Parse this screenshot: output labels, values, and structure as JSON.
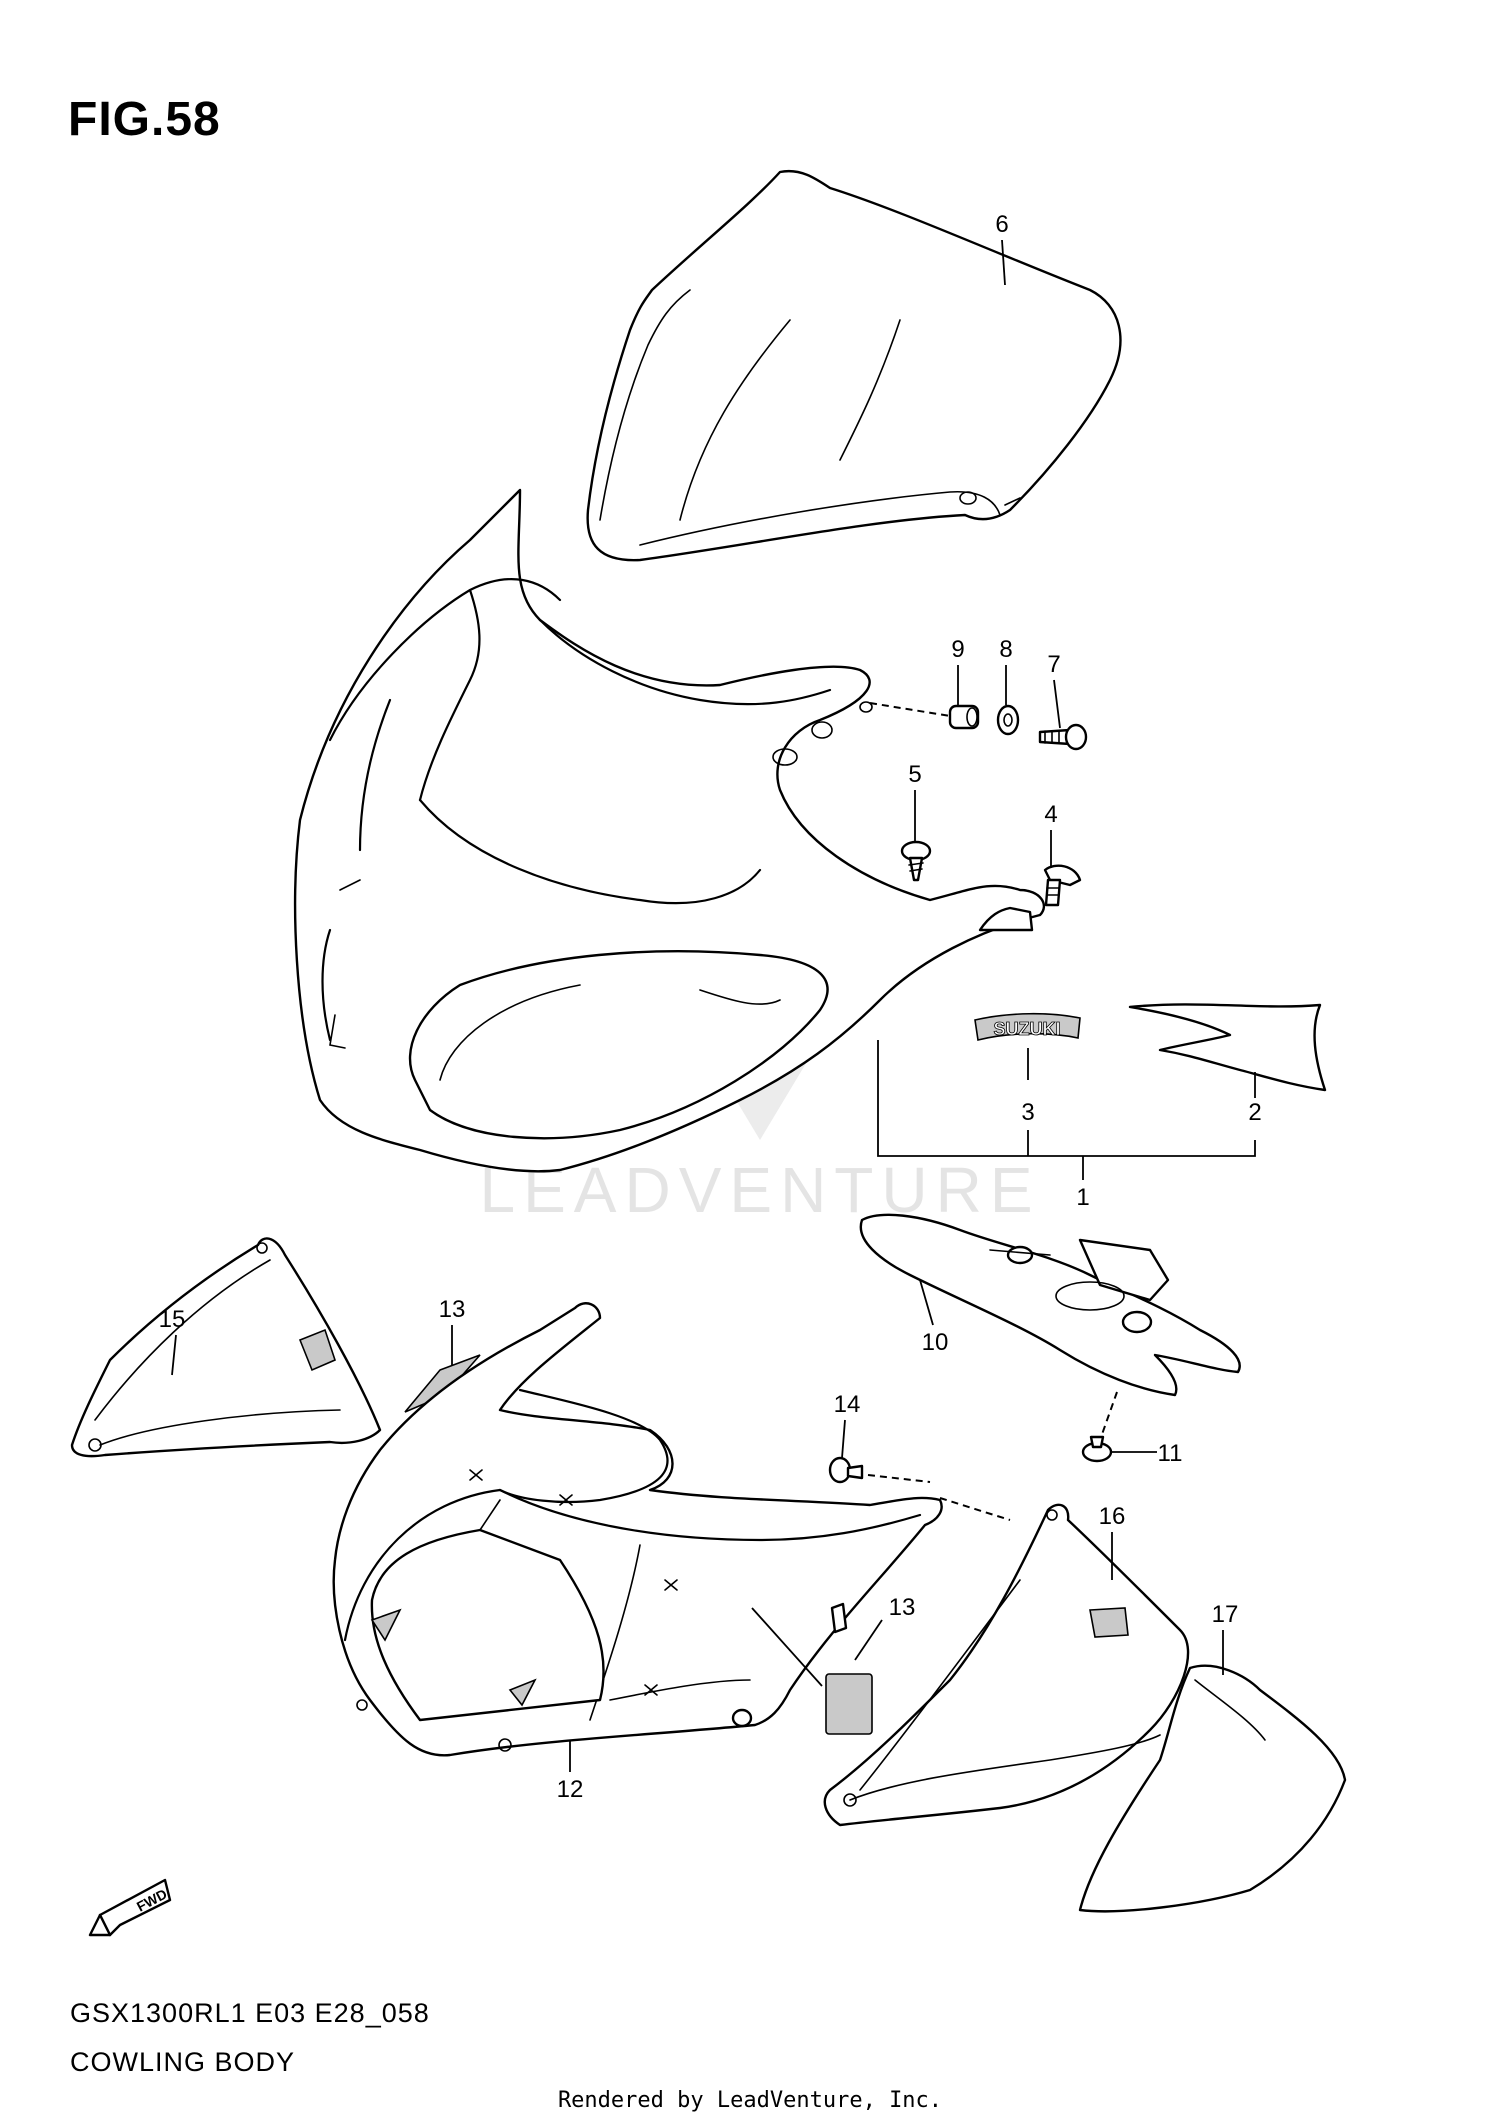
{
  "figure": {
    "title": "FIG.58",
    "model_code": "GSX1300RL1 E03 E28_058",
    "section": "COWLING BODY",
    "footer": "Rendered by LeadVenture, Inc.",
    "watermark": "LEADVENTURE",
    "emblem_text": "SUZUKI",
    "fwd_label": "FWD"
  },
  "callouts": [
    "1",
    "2",
    "3",
    "4",
    "5",
    "6",
    "7",
    "8",
    "9",
    "10",
    "11",
    "12",
    "13",
    "13",
    "14",
    "15",
    "16",
    "17"
  ]
}
